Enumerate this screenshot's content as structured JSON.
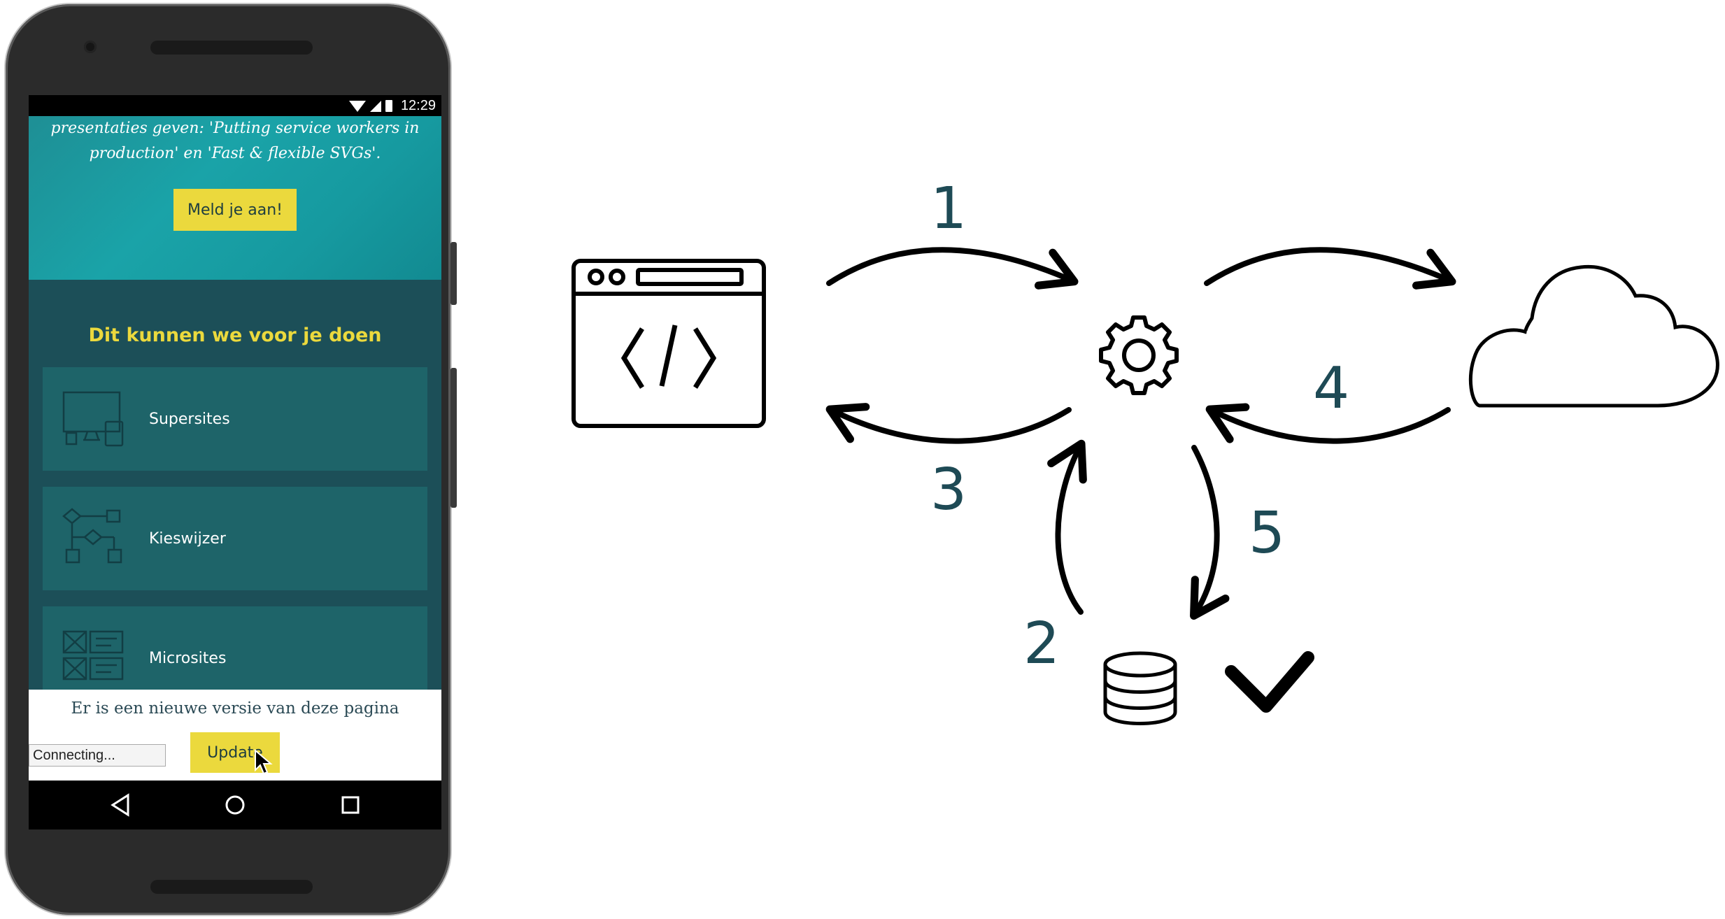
{
  "phone": {
    "status_time": "12:29",
    "hero_text": "presentaties geven: 'Putting service workers in production' en 'Fast & flexible SVGs'.",
    "hero_button": "Meld je aan!",
    "section_title": "Dit kunnen we voor je doen",
    "cards": [
      {
        "label": "Supersites",
        "icon": "devices-icon"
      },
      {
        "label": "Kieswijzer",
        "icon": "flowchart-icon"
      },
      {
        "label": "Microsites",
        "icon": "wireframe-icon"
      }
    ],
    "update_banner_text": "Er is een nieuwe versie van deze pagina",
    "update_button": "Update",
    "connecting_text": "Connecting...",
    "colors": {
      "accent": "#ebd93d",
      "dark_teal": "#1c4f58",
      "card": "#1e6469",
      "hero": "#1aa3a8"
    }
  },
  "diagram": {
    "nodes": [
      {
        "id": "browser",
        "icon": "code-window-icon"
      },
      {
        "id": "service-worker",
        "icon": "gear-icon"
      },
      {
        "id": "network",
        "icon": "cloud-icon"
      },
      {
        "id": "cache",
        "icon": "database-icon"
      },
      {
        "id": "done",
        "icon": "checkmark-icon"
      }
    ],
    "steps": [
      "1",
      "2",
      "3",
      "4",
      "5"
    ],
    "step_color": "#1e4a55"
  }
}
